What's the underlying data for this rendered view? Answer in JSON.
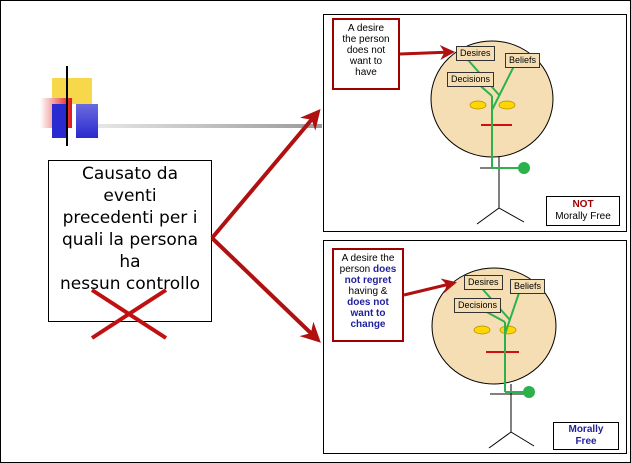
{
  "cause_box": {
    "lines": [
      "Causato da",
      "eventi",
      "precedenti per i",
      "quali la persona",
      "ha",
      "nessun controllo"
    ]
  },
  "top_panel": {
    "desire_lines": [
      "A desire",
      "the person",
      "does not",
      "want to",
      "have"
    ],
    "tags": {
      "desires": "Desires",
      "beliefs": "Beliefs",
      "decisions": "Decisions"
    },
    "status_line1": "NOT",
    "status_line2": "Morally Free"
  },
  "bottom_panel": {
    "desire_plain1": "A desire the",
    "desire_plain2": "person",
    "desire_bold1": "does",
    "desire_bold2": "not regret",
    "desire_plain3": "having &",
    "desire_bold3": "does not",
    "desire_bold4": "want to",
    "desire_bold5": "change",
    "tags": {
      "desires": "Desires",
      "beliefs": "Beliefs",
      "decisions": "Decisions"
    },
    "status_line1": "Morally",
    "status_line2": "Free"
  },
  "colors": {
    "arrow": "#b01010",
    "head": "#f5deb3",
    "stem": "#2bb24c",
    "eye": "#ffd700",
    "mouth": "#d01010"
  }
}
